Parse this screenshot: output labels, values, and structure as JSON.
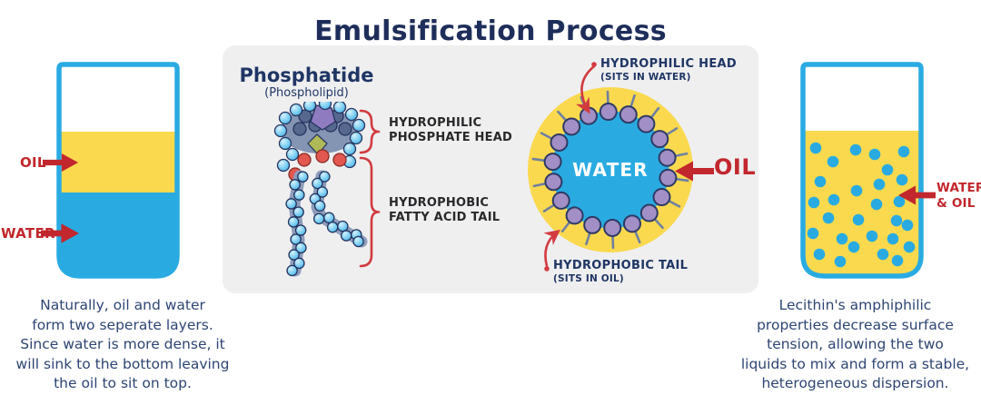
{
  "title": "Emulsification Process",
  "colors": {
    "navy": "#1E2E5A",
    "red": "#C1272D",
    "cyan": "#29ABE2",
    "yellow": "#FAD94F",
    "panel_gray": "#EFEFF0",
    "head_purple": "#A18FC5"
  },
  "left": {
    "oil_label": "OIL",
    "water_label": "WATER",
    "caption": "Naturally, oil and water\nform two seperate layers.\nSince water is more dense, it\nwill sink to the bottom leaving\nthe oil to sit on top."
  },
  "phosphatide": {
    "title": "Phosphatide",
    "subtitle": "(Phospholipid)",
    "head_label": "HYDROPHILIC\nPHOSPHATE HEAD",
    "tail_label": "HYDROPHOBIC\nFATTY ACID TAIL"
  },
  "micelle": {
    "water_label": "WATER",
    "oil_label": "OIL",
    "head_label": "HYDROPHILIC HEAD",
    "head_sub": "(SITS IN WATER)",
    "tail_label": "HYDROPHOBIC TAIL",
    "tail_sub": "(SITS IN OIL)"
  },
  "right": {
    "mix_label": "WATER\n& OIL",
    "caption": "Lecithin's amphiphilic\nproperties decrease surface\ntension, allowing the two\nliquids to mix and form a stable,\nheterogeneous dispersion."
  }
}
